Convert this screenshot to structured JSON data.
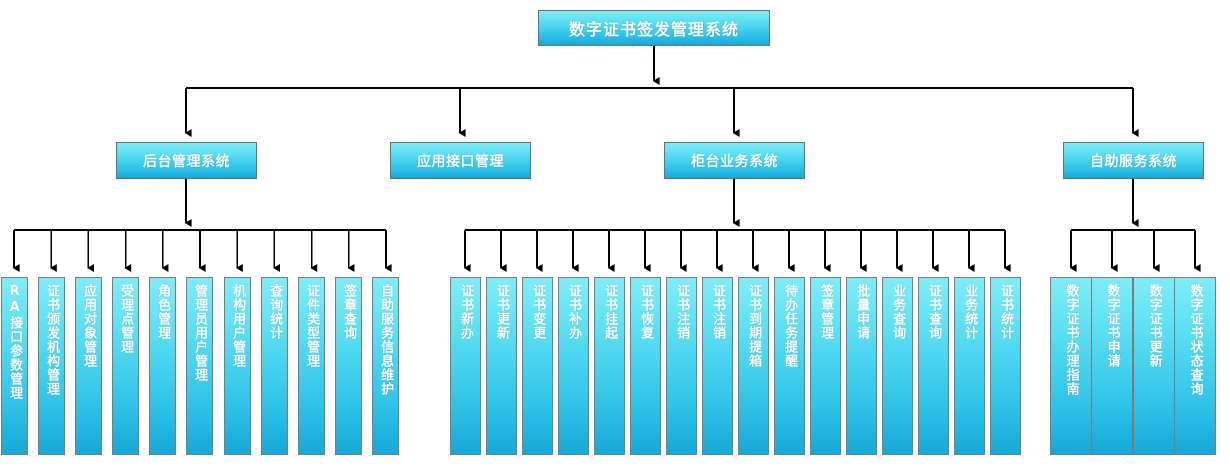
{
  "diagram": {
    "title": "数字证书签发管理系统",
    "type": "organization-hierarchy",
    "root": {
      "label": "数字证书签发管理系统"
    },
    "branches": [
      {
        "id": "backend",
        "label": "后台管理系统",
        "children": [
          "RA接口参数管理",
          "证书颁发机构管理",
          "应用对象管理",
          "受理点管理",
          "角色管理",
          "管理员用户管理",
          "机构用户管理",
          "查询统计",
          "证件类型管理",
          "签章查询",
          "自助服务信息维护"
        ]
      },
      {
        "id": "api",
        "label": "应用接口管理",
        "children": []
      },
      {
        "id": "counter",
        "label": "柜台业务系统",
        "children": [
          "证书新办",
          "证书更新",
          "证书变更",
          "证书补办",
          "证书挂起",
          "证书恢复",
          "证书注销",
          "证书注销",
          "证书到期提箱",
          "待办任务提醒",
          "签章管理",
          "批量申请",
          "业务查询",
          "证书查询",
          "业务统计",
          "证书统计"
        ]
      },
      {
        "id": "selfservice",
        "label": "自助服务系统",
        "children": [
          "数字证书办理指南",
          "数字证书申请",
          "数字证书更新",
          "数字证书状态查询"
        ]
      }
    ],
    "colors": {
      "node_top": "#7fecf7",
      "node_bottom": "#16a8d8",
      "node_border": "#7b7b7b",
      "node_text": "#ffffff",
      "connector": "#000000",
      "background": "#ffffff"
    }
  }
}
